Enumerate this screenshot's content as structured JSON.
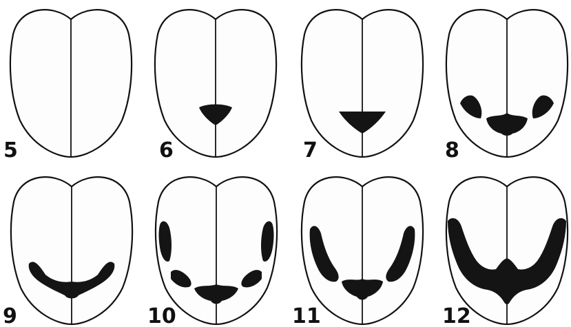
{
  "figures": [
    {
      "number": "5"
    },
    {
      "number": "6"
    },
    {
      "number": "7"
    },
    {
      "number": "8"
    },
    {
      "number": "9"
    },
    {
      "number": "10"
    },
    {
      "number": "11"
    },
    {
      "number": "12"
    }
  ],
  "colors": {
    "ink": "#111111",
    "paper": "#ffffff",
    "spot": "#141414"
  }
}
